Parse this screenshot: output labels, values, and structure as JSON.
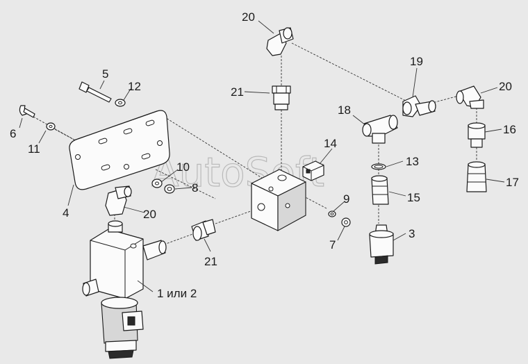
{
  "watermark": "AutoSoft",
  "callouts": {
    "c1": "1 или 2",
    "c3": "3",
    "c4": "4",
    "c5": "5",
    "c6": "6",
    "c7": "7",
    "c8": "8",
    "c9": "9",
    "c10": "10",
    "c11": "11",
    "c12": "12",
    "c13": "13",
    "c14": "14",
    "c15": "15",
    "c16": "16",
    "c17": "17",
    "c18": "18",
    "c19": "19",
    "c20a": "20",
    "c20b": "20",
    "c20c": "20",
    "c21a": "21",
    "c21b": "21"
  }
}
